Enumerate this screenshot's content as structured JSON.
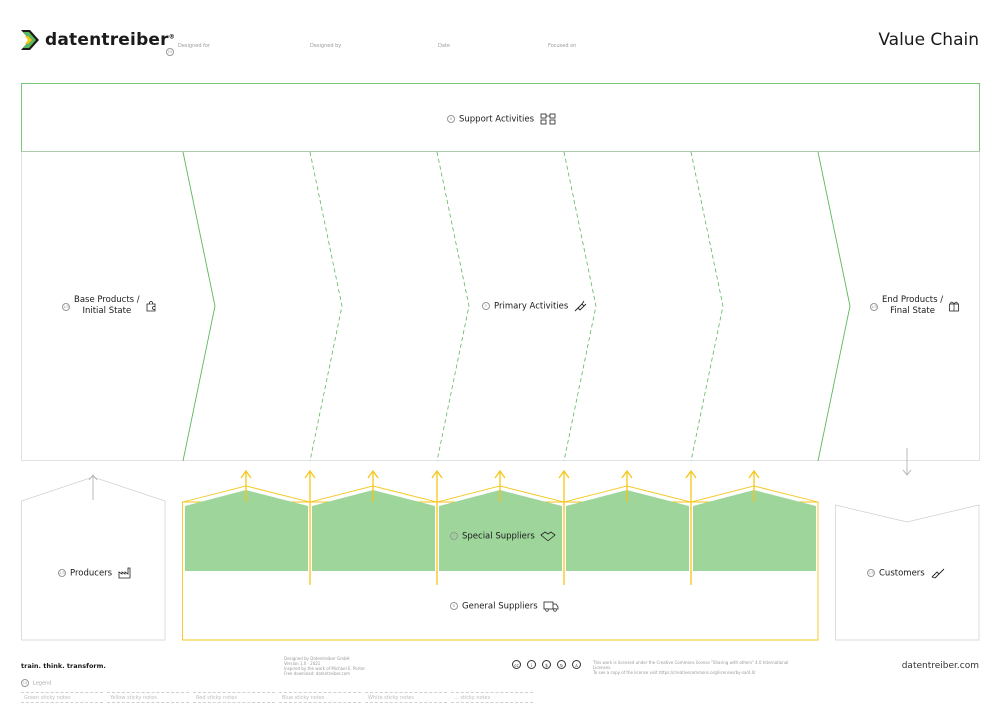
{
  "header": {
    "brand": "datentreiber",
    "brand_mark": "®",
    "designed_for": "Designed for",
    "designed_by": "Designed by",
    "date": "Date",
    "focused_on": "Focused on",
    "title": "Value Chain",
    "num_designed_for": "15"
  },
  "diagram": {
    "support_activities": {
      "label": "Support Activities",
      "num": "6",
      "icon": "org-chart-icon"
    },
    "base_products": {
      "line1": "Base Products /",
      "line2": "Initial State",
      "num": "1/5",
      "icon": "puzzle-icon"
    },
    "primary_activities": {
      "label": "Primary Activities",
      "num": "5",
      "icon": "plug-icon"
    },
    "end_products": {
      "line1": "End Products /",
      "line2": "Final State",
      "num": "1/5",
      "icon": "gift-icon"
    },
    "producers": {
      "label": "Producers",
      "num": "2/5",
      "icon": "factory-icon"
    },
    "special_suppliers": {
      "label": "Special Suppliers",
      "num": "7",
      "icon": "handshake-icon"
    },
    "general_suppliers": {
      "label": "General Suppliers",
      "num": "8",
      "icon": "truck-icon"
    },
    "customers": {
      "label": "Customers",
      "num": "1/5",
      "icon": "handshake-hands-icon"
    }
  },
  "colors": {
    "green": "#5cb85c",
    "green_fill": "#9ed59b",
    "yellow": "#f5c518",
    "gray": "#bdbdbd"
  },
  "footer": {
    "tagline": "train. think. transform.",
    "website": "datentreiber.com",
    "license_text_1": "This work is licensed under the Creative Commons license \"Sharing with others\" 4.0 International Licenses.",
    "license_text_2": "To see a copy of the license visit https://creativecommons.org/licenses/by-sa/4.0/",
    "credit_1": "Designed by Datentreiber GmbH",
    "credit_2": "Version 1.0 · 2021",
    "credit_3": "Inspired by the work of Michael E. Porter",
    "credit_4": "Free download: datentreiber.com",
    "legend_num": "15",
    "legend_label": "Legend",
    "stickies": [
      "Green sticky notes",
      "Yellow sticky notes",
      "Red sticky notes",
      "Blue sticky notes",
      "White sticky notes",
      "... sticky notes"
    ]
  }
}
